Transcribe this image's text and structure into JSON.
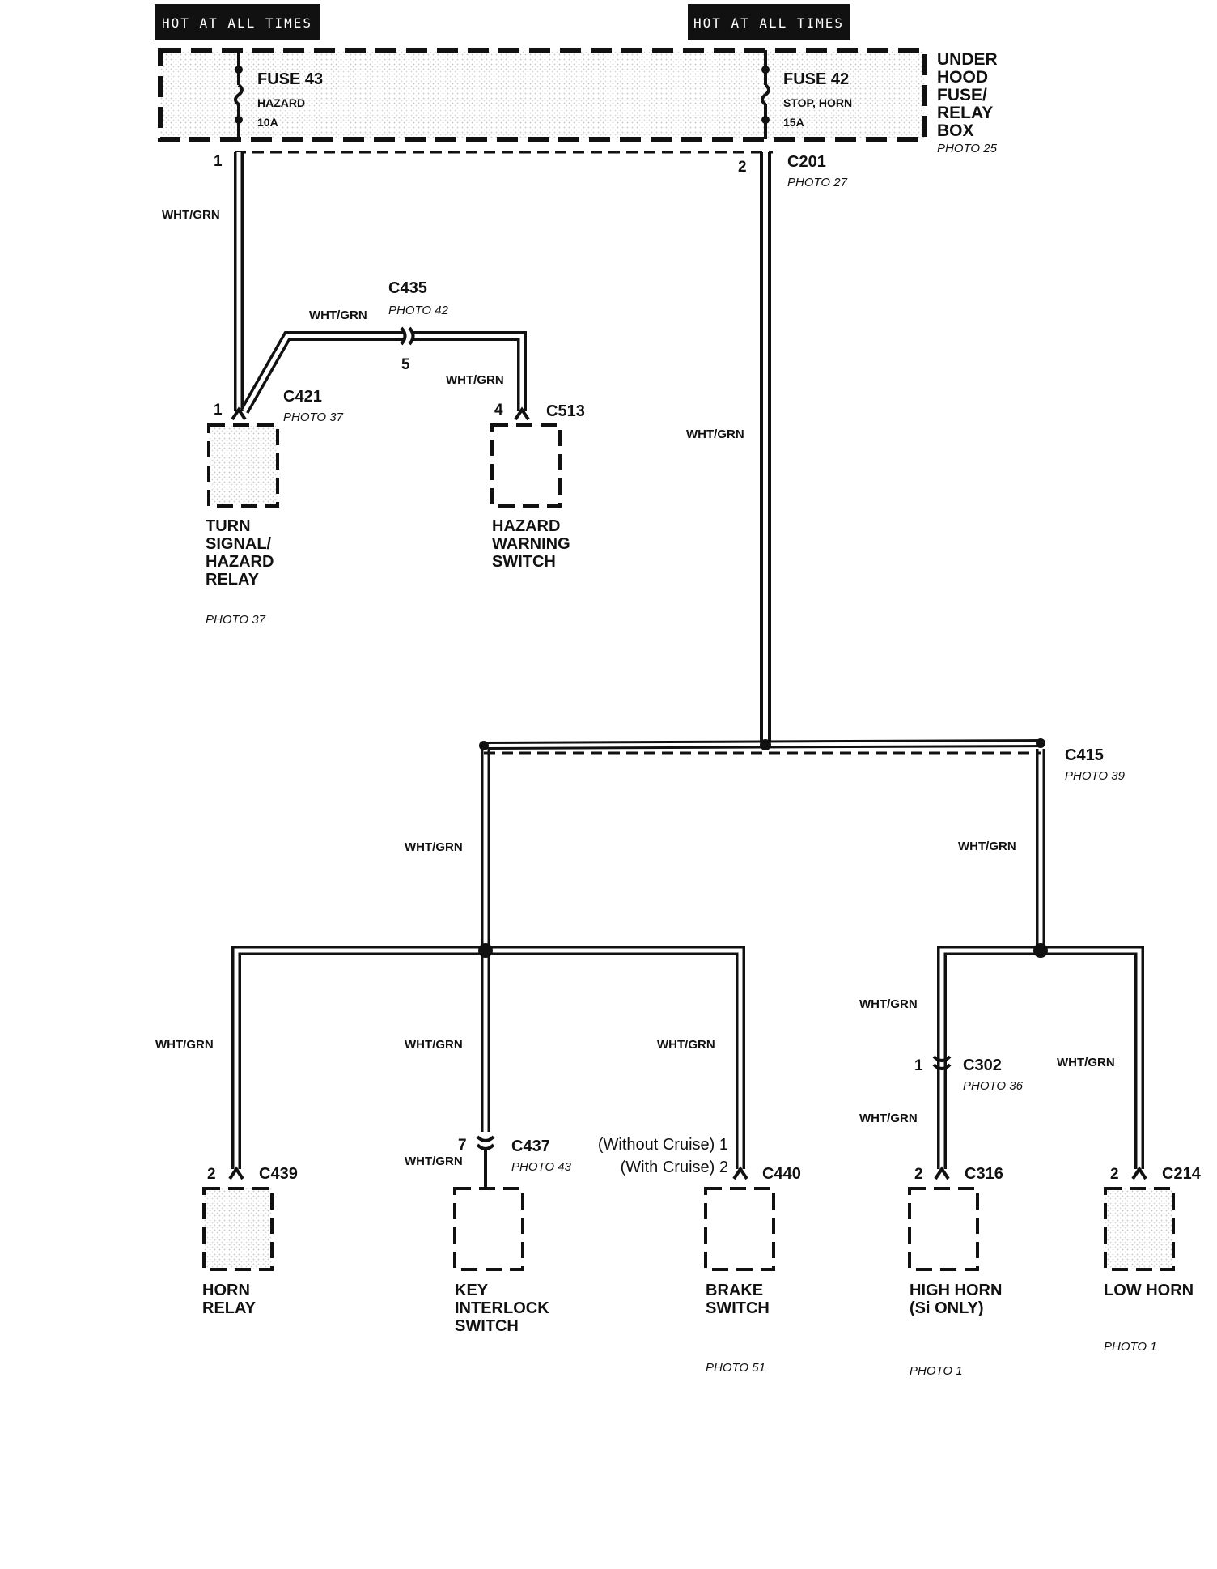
{
  "hot_labels": [
    "HOT AT ALL TIMES",
    "HOT AT ALL TIMES"
  ],
  "fuse_box": {
    "name_lines": [
      "UNDER",
      "HOOD",
      "FUSE/",
      "RELAY",
      "BOX"
    ],
    "photo": "PHOTO 25",
    "fuses": [
      {
        "name": "FUSE 43",
        "circuit": "HAZARD",
        "rating": "10A"
      },
      {
        "name": "FUSE 42",
        "circuit": "STOP, HORN",
        "rating": "15A"
      }
    ],
    "pins": [
      "1",
      "2"
    ],
    "connector": "C201",
    "connector_photo": "PHOTO 27"
  },
  "wire_color": "WHT/GRN",
  "connectors": {
    "c435": {
      "name": "C435",
      "photo": "PHOTO 42",
      "pin": "5"
    },
    "c421": {
      "name": "C421",
      "photo": "PHOTO 37",
      "pin": "1"
    },
    "c513": {
      "name": "C513",
      "pin": "4"
    },
    "c415": {
      "name": "C415",
      "photo": "PHOTO 39"
    },
    "c439": {
      "name": "C439",
      "pin": "2"
    },
    "c437": {
      "name": "C437",
      "photo": "PHOTO 43",
      "pin": "7"
    },
    "c440": {
      "name": "C440",
      "pin_without": "(Without Cruise) 1",
      "pin_with": "(With Cruise) 2"
    },
    "c302": {
      "name": "C302",
      "photo": "PHOTO 36",
      "pin": "1"
    },
    "c316": {
      "name": "C316",
      "pin": "2"
    },
    "c214": {
      "name": "C214",
      "pin": "2"
    }
  },
  "components": {
    "turn_signal_relay": {
      "lines": [
        "TURN",
        "SIGNAL/",
        "HAZARD",
        "RELAY"
      ],
      "photo": "PHOTO 37"
    },
    "hazard_switch": {
      "lines": [
        "HAZARD",
        "WARNING",
        "SWITCH"
      ]
    },
    "horn_relay": {
      "lines": [
        "HORN",
        "RELAY"
      ]
    },
    "key_interlock": {
      "lines": [
        "KEY",
        "INTERLOCK",
        "SWITCH"
      ]
    },
    "brake_switch": {
      "lines": [
        "BRAKE",
        "SWITCH"
      ],
      "photo": "PHOTO 51"
    },
    "high_horn": {
      "lines": [
        "HIGH HORN",
        "(Si  ONLY)"
      ],
      "photo": "PHOTO 1"
    },
    "low_horn": {
      "lines": [
        "LOW HORN"
      ],
      "photo": "PHOTO 1"
    }
  }
}
